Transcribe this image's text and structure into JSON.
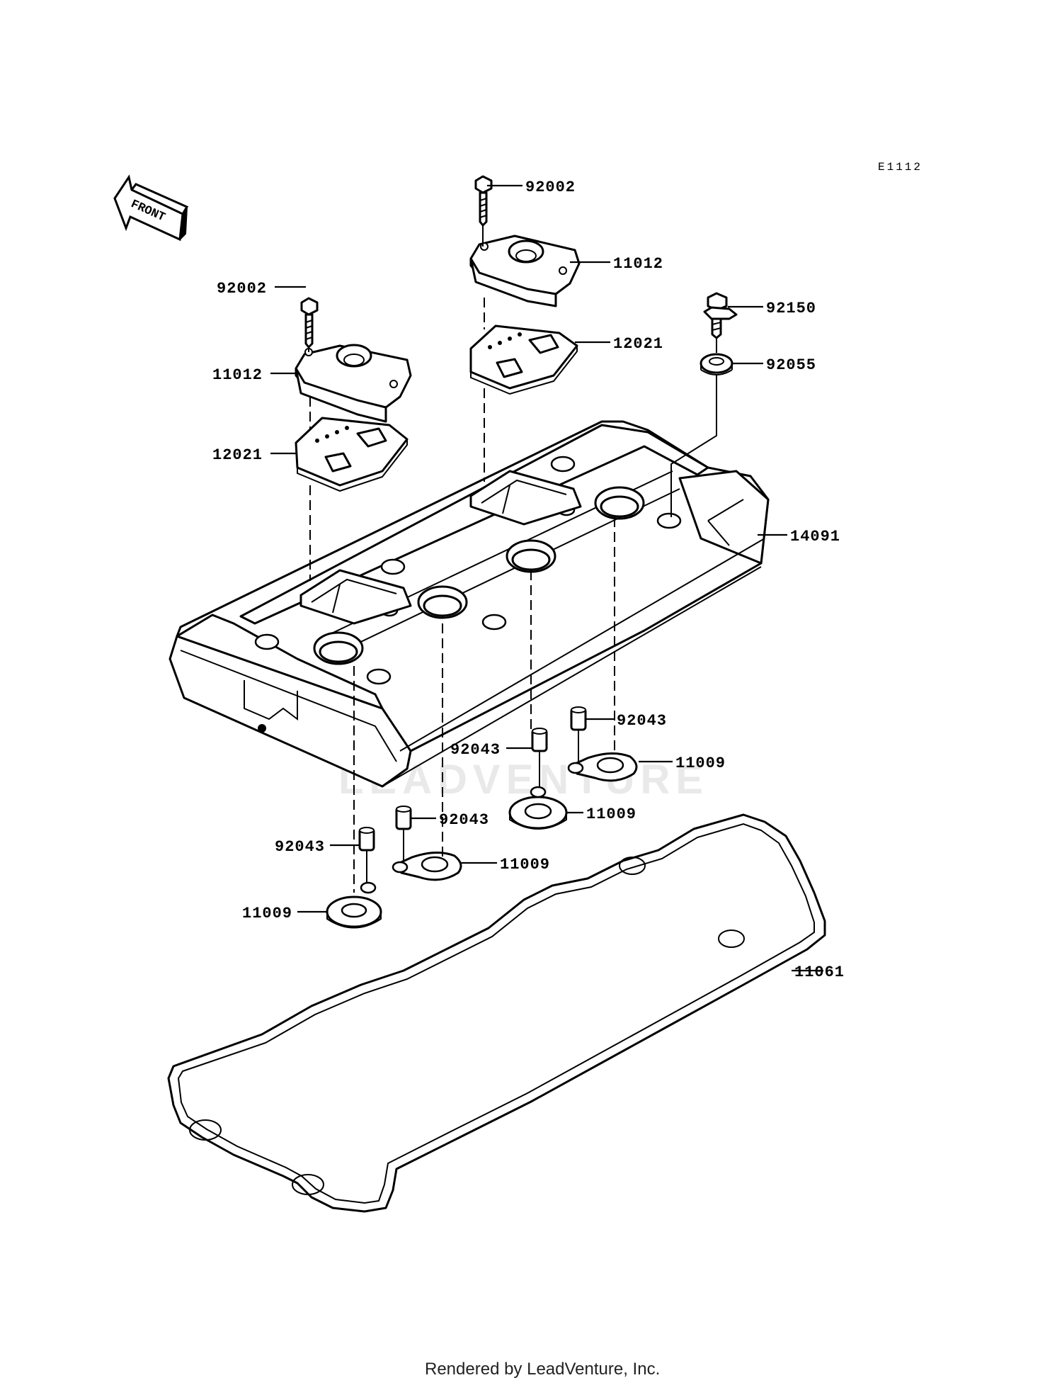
{
  "diagram_code": "E1112",
  "front_arrow_label": "FRONT",
  "watermark": "LEADVENTURE",
  "footer": "Rendered by LeadVenture, Inc.",
  "labels": {
    "bolt_center_top": "92002",
    "cover_center": "11012",
    "gasket_plate_center": "12021",
    "bolt_right": "92150",
    "washer_right": "92055",
    "bolt_left": "92002",
    "cover_left": "11012",
    "gasket_plate_left": "12021",
    "head_cover": "14091",
    "dowel_right": "92043",
    "plug_gasket_right": "11009",
    "dowel_mid_right": "92043",
    "plug_gasket_mid_right": "11009",
    "dowel_mid_left": "92043",
    "plug_gasket_mid_left": "11009",
    "dowel_left": "92043",
    "plug_gasket_left": "11009",
    "cover_gasket": "11061"
  }
}
